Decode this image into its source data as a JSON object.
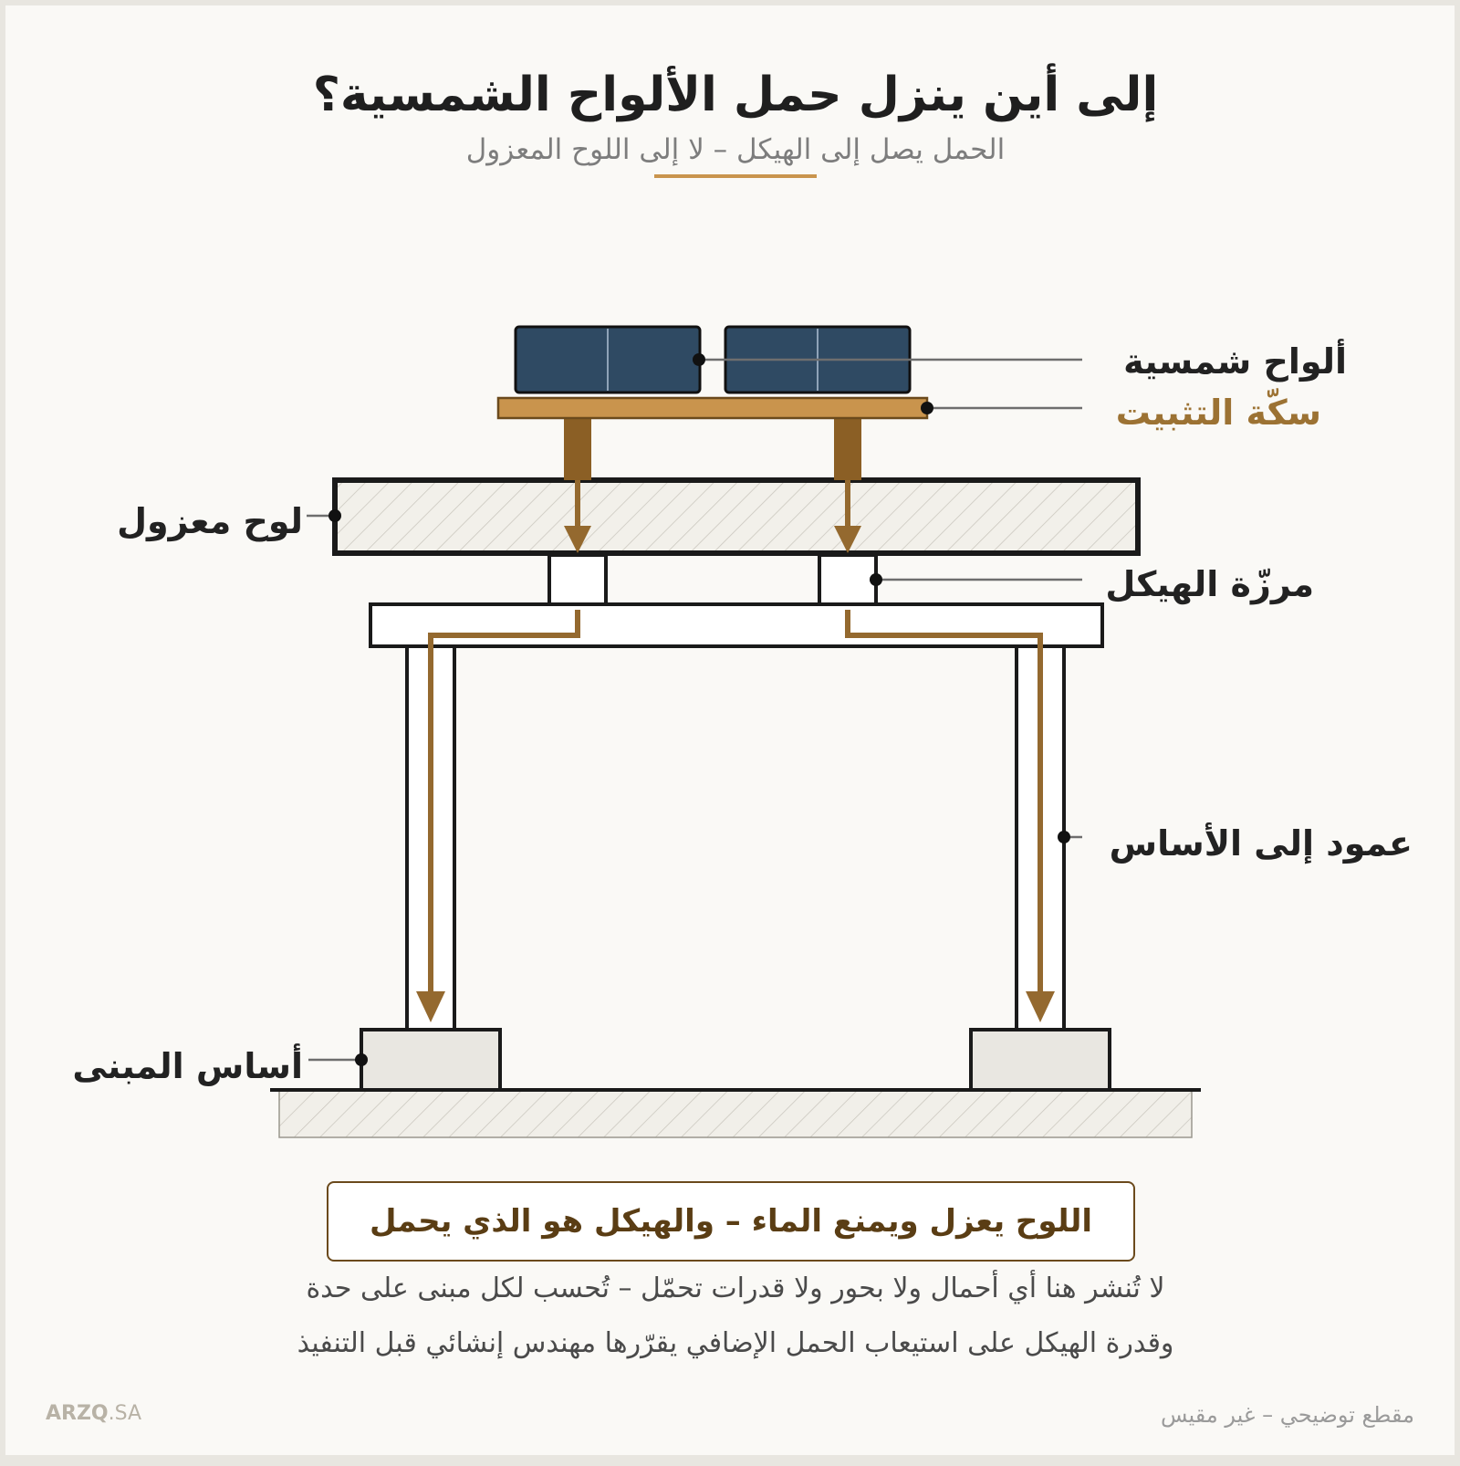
{
  "title": "إلى أين ينزل حمل الألواح الشمسية؟",
  "subtitle": "الحمل يصل إلى الهيكل – لا إلى اللوح المعزول",
  "labels": {
    "solar_panels": "ألواح شمسية",
    "mounting_rail": "سكّة التثبيت",
    "insulated_panel": "لوح معزول",
    "frame_purlin": "مرزّة الهيكل",
    "column_to_foundation": "عمود إلى الأساس",
    "building_foundation": "أساس المبنى"
  },
  "callout": "اللوح يعزل ويمنع الماء – والهيكل هو الذي يحمل",
  "notes": [
    "لا تُنشر هنا أي أحمال ولا بحور ولا قدرات تحمّل – تُحسب لكل مبنى على حدة",
    "وقدرة الهيكل على استيعاب الحمل الإضافي يقرّرها مهندس إنشائي قبل التنفيذ"
  ],
  "brand": {
    "main": "ARZQ",
    "suffix": ".SA"
  },
  "footnote": "مقطع توضيحي – غير مقيس",
  "colors": {
    "load_path": "#94692f",
    "rail": "#c9944d",
    "post": "#8b5f25",
    "panel": "#2f4a63",
    "outline": "#1a1a1a",
    "callout_text": "#5a3d14"
  }
}
